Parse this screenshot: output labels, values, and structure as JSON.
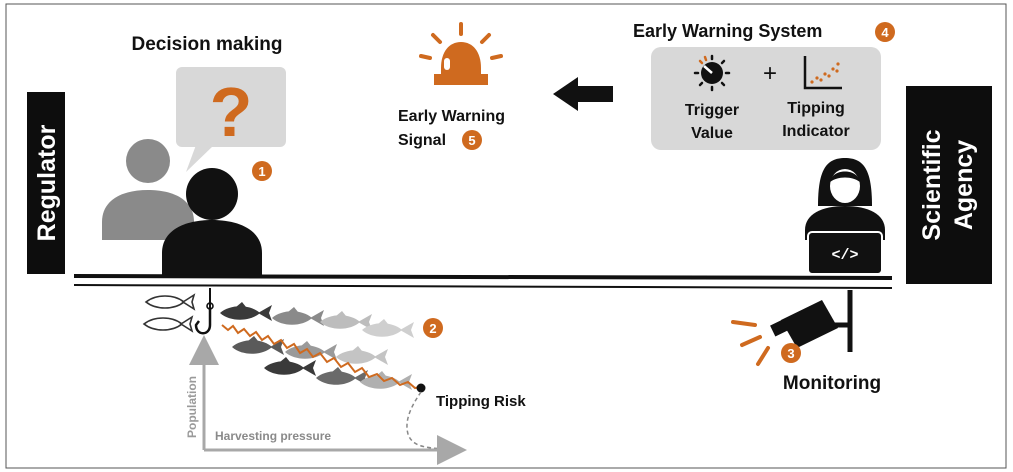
{
  "labels": {
    "decision_making": "Decision making",
    "regulator": "Regulator",
    "scientific": "Scientific",
    "agency": "Agency",
    "ews_title": "Early Warning System",
    "trigger_1": "Trigger",
    "trigger_2": "Value",
    "tipping_ind_1": "Tipping",
    "tipping_ind_2": "Indicator",
    "plus": "+",
    "signal_1": "Early Warning",
    "signal_2": "Signal",
    "monitoring": "Monitoring",
    "tipping_risk": "Tipping Risk",
    "population": "Population",
    "harvesting": "Harvesting pressure",
    "question": "?",
    "code": "</>"
  },
  "badges": {
    "b1": "1",
    "b2": "2",
    "b3": "3",
    "b4": "4",
    "b5": "5"
  },
  "colors": {
    "accent_orange": "#cf6a1f",
    "dark": "#111111",
    "gray_person": "#8a8a8a",
    "panel_gray": "#d8d8d8",
    "axis_gray": "#a8a8a8"
  }
}
